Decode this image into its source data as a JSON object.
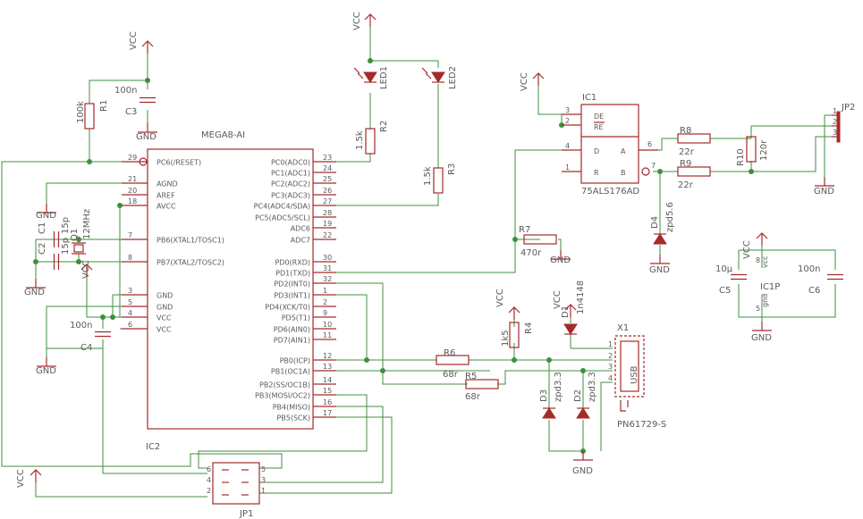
{
  "schematic": {
    "mcu": {
      "ref": "IC2",
      "value": "MEGA8-AI",
      "pins_right": [
        {
          "num": "23",
          "name": "PC0(ADC0)"
        },
        {
          "num": "24",
          "name": "PC1(ADC1)"
        },
        {
          "num": "25",
          "name": "PC2(ADC2)"
        },
        {
          "num": "26",
          "name": "PC3(ADC3)"
        },
        {
          "num": "27",
          "name": "PC4(ADC4/SDA)"
        },
        {
          "num": "28",
          "name": "PC5(ADC5/SCL)"
        },
        {
          "num": "19",
          "name": "ADC6"
        },
        {
          "num": "22",
          "name": "ADC7"
        },
        {
          "num": "30",
          "name": "PD0(RXD)"
        },
        {
          "num": "31",
          "name": "PD1(TXD)"
        },
        {
          "num": "32",
          "name": "PD2(INT0)"
        },
        {
          "num": "1",
          "name": "PD3(INT1)"
        },
        {
          "num": "2",
          "name": "PD4(XCK/T0)"
        },
        {
          "num": "9",
          "name": "PD5(T1)"
        },
        {
          "num": "10",
          "name": "PD6(AIN0)"
        },
        {
          "num": "11",
          "name": "PD7(AIN1)"
        },
        {
          "num": "12",
          "name": "PB0(ICP)"
        },
        {
          "num": "13",
          "name": "PB1(OC1A)"
        },
        {
          "num": "14",
          "name": "PB2(SS/OC1B)"
        },
        {
          "num": "15",
          "name": "PB3(MOSI/OC2)"
        },
        {
          "num": "16",
          "name": "PB4(MISO)"
        },
        {
          "num": "17",
          "name": "PB5(SCK)"
        }
      ],
      "pins_left": [
        {
          "num": "29",
          "name": "PC6(/RESET)"
        },
        {
          "num": "21",
          "name": "AGND"
        },
        {
          "num": "20",
          "name": "AREF"
        },
        {
          "num": "18",
          "name": "AVCC"
        },
        {
          "num": "7",
          "name": "PB6(XTAL1/TOSC1)"
        },
        {
          "num": "8",
          "name": "PB7(XTAL2/TOSC2)"
        },
        {
          "num": "3",
          "name": "GND"
        },
        {
          "num": "5",
          "name": "GND"
        },
        {
          "num": "4",
          "name": "VCC"
        },
        {
          "num": "6",
          "name": "VCC"
        }
      ]
    },
    "rs485": {
      "ref": "IC1",
      "value": "75ALS176AD",
      "pins": {
        "de": "DE",
        "re": "RE",
        "d": "D",
        "r": "R",
        "a": "A",
        "b": "B"
      },
      "nums": [
        "3",
        "2",
        "4",
        "1",
        "6",
        "7"
      ]
    },
    "jp1": {
      "ref": "JP1",
      "pins": [
        "6",
        "5",
        "4",
        "3",
        "2",
        "1"
      ]
    },
    "jp2": {
      "ref": "JP2",
      "pins": [
        "1",
        "2",
        "3"
      ]
    },
    "usb": {
      "ref": "X1",
      "value": "PN61729-S",
      "text": "USB",
      "pins": [
        "1",
        "2",
        "3",
        "4"
      ]
    },
    "ic1p": {
      "ref": "IC1P",
      "vcc": "vcc",
      "gnd": "gnd",
      "pin_top": "8",
      "pin_bot": "5"
    },
    "supply": {
      "vcc": "VCC",
      "gnd": "GND"
    },
    "resistors": [
      {
        "ref": "R1",
        "value": "100k"
      },
      {
        "ref": "R2",
        "value": "1.5k"
      },
      {
        "ref": "R3",
        "value": "1.5k"
      },
      {
        "ref": "R4",
        "value": "1k5"
      },
      {
        "ref": "R5",
        "value": "68r"
      },
      {
        "ref": "R6",
        "value": "68r"
      },
      {
        "ref": "R7",
        "value": "470r"
      },
      {
        "ref": "R8",
        "value": "22r"
      },
      {
        "ref": "R9",
        "value": "22r"
      },
      {
        "ref": "R10",
        "value": "120r"
      }
    ],
    "capacitors": [
      {
        "ref": "C1",
        "value": "15p"
      },
      {
        "ref": "C2",
        "value": "15p"
      },
      {
        "ref": "C3",
        "value": "100n"
      },
      {
        "ref": "C4",
        "value": "100n"
      },
      {
        "ref": "C5",
        "value": "10µ"
      },
      {
        "ref": "C6",
        "value": "100n"
      }
    ],
    "crystal": {
      "ref": "Q1",
      "value": "12MHz"
    },
    "leds": [
      {
        "ref": "LED1"
      },
      {
        "ref": "LED2"
      }
    ],
    "diodes": [
      {
        "ref": "D1",
        "value": "1n4148"
      },
      {
        "ref": "D2",
        "value": "zpd3.3"
      },
      {
        "ref": "D3",
        "value": "zpd3.3"
      },
      {
        "ref": "D4",
        "value": "zpd5.6"
      }
    ]
  },
  "colors": {
    "wire": "#3f8f3f",
    "part": "#a52a2a",
    "text": "#5a5a5a"
  }
}
